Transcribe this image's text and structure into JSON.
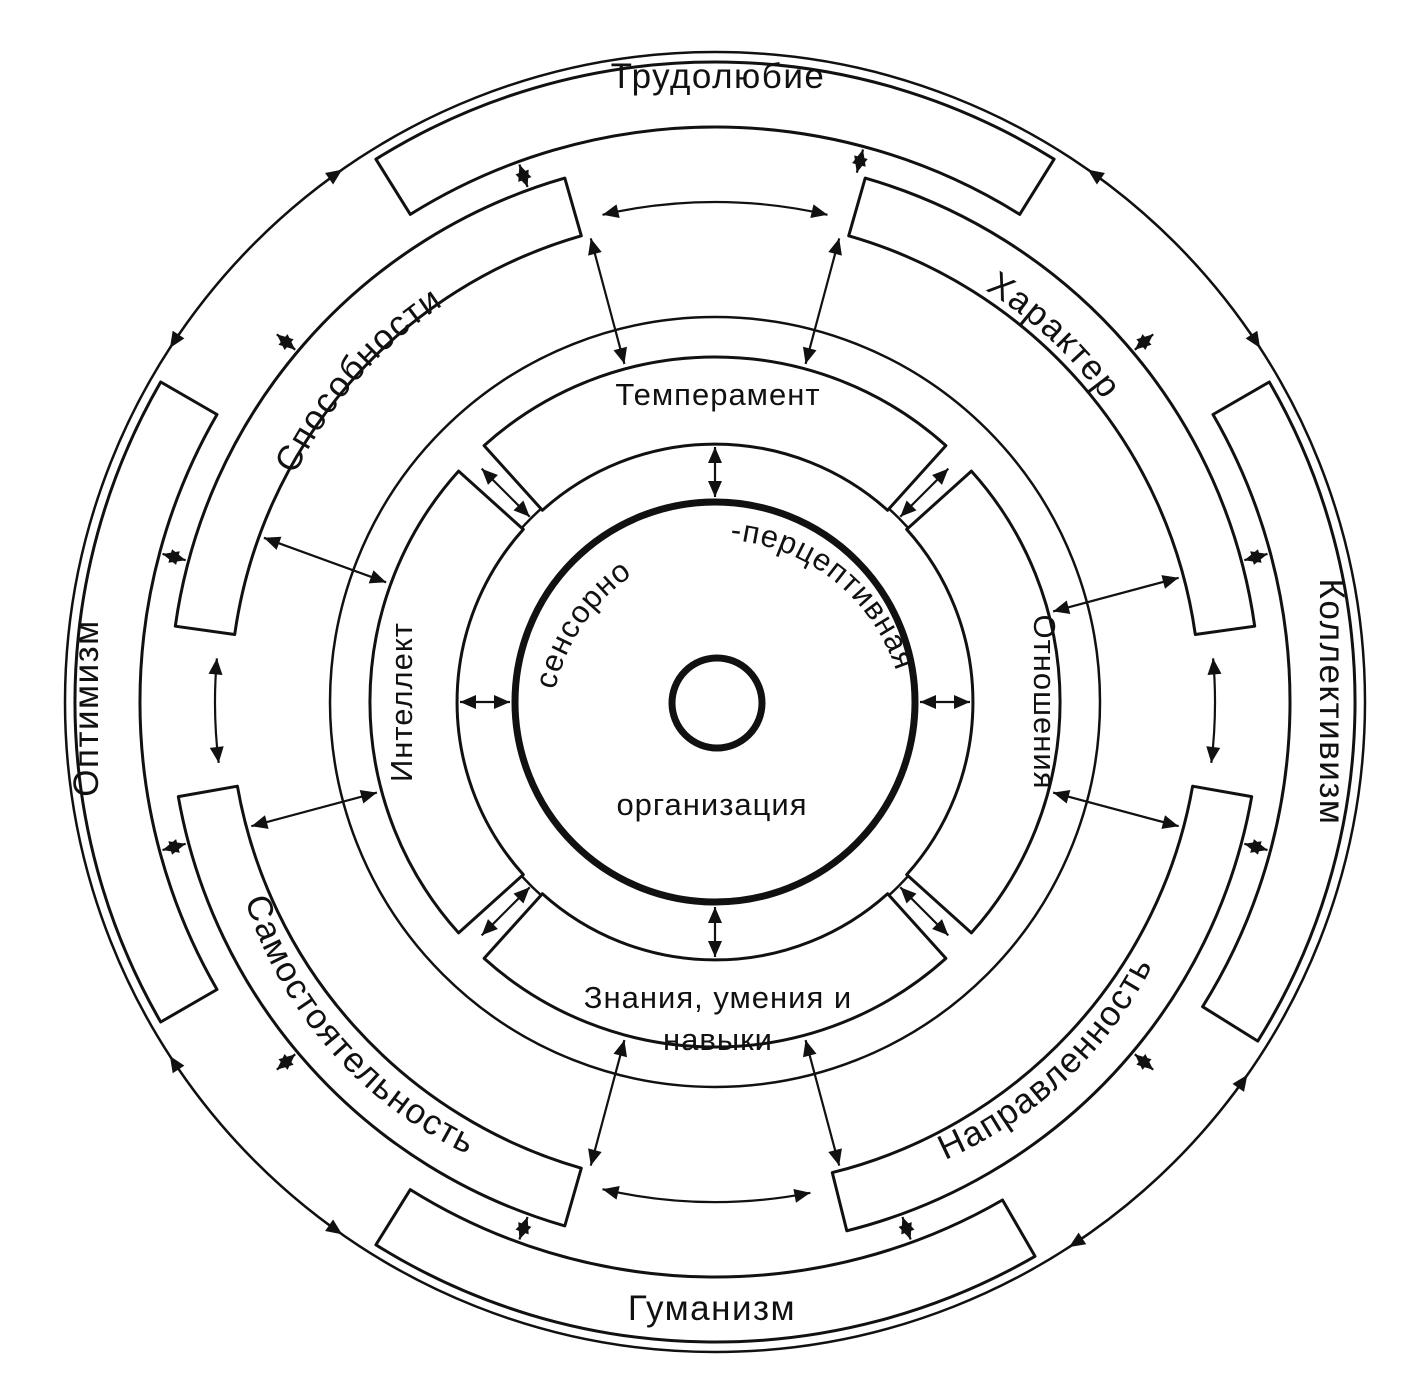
{
  "diagram": {
    "center": {
      "line1": "сенсорно",
      "line2": "-перцептивная",
      "line3": "организация"
    },
    "inner_ring": {
      "top": "Темперамент",
      "right": "Отношения",
      "bottom_line1": "Знания, умения и",
      "bottom_line2": "навыки",
      "left": "Интеллект"
    },
    "middle_ring": {
      "upper_left": "Способности",
      "upper_right": "Характер",
      "lower_right": "Направленность",
      "lower_left": "Самостоятельность"
    },
    "outer_ring": {
      "top": "Трудолюбие",
      "right": "Коллективизм",
      "bottom": "Гуманизм",
      "left": "Оптимизм"
    }
  }
}
